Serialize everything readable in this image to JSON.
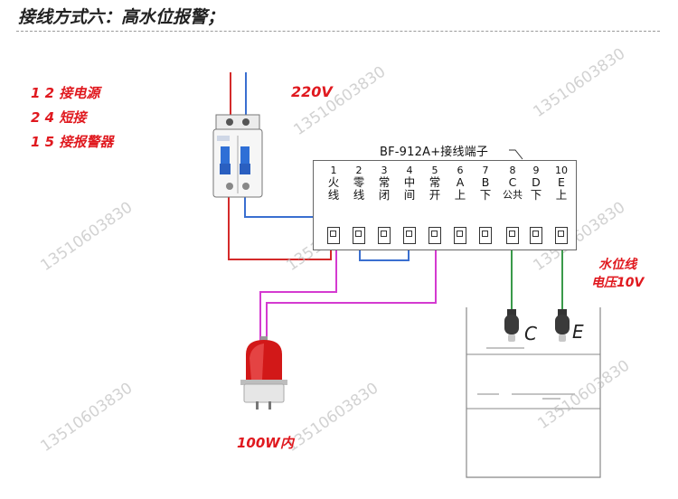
{
  "title": "接线方式六：高水位报警；",
  "legend": [
    "1 2 接电源",
    "2 4 短接",
    "1 5 接报警器"
  ],
  "voltage_label": "220V",
  "terminal_title": "BF-912A+接线端子",
  "terminals": [
    {
      "num": "1",
      "label": [
        "火",
        "线"
      ]
    },
    {
      "num": "2",
      "label": [
        "零",
        "线"
      ]
    },
    {
      "num": "3",
      "label": [
        "常",
        "闭"
      ]
    },
    {
      "num": "4",
      "label": [
        "中",
        "间"
      ]
    },
    {
      "num": "5",
      "label": [
        "常",
        "开"
      ]
    },
    {
      "num": "6",
      "label": [
        "A",
        "上"
      ]
    },
    {
      "num": "7",
      "label": [
        "B",
        "下"
      ]
    },
    {
      "num": "8",
      "label": [
        "C",
        "公共"
      ]
    },
    {
      "num": "9",
      "label": [
        "D",
        "下"
      ]
    },
    {
      "num": "10",
      "label": [
        "E",
        "上"
      ]
    }
  ],
  "water_label": [
    "水位线",
    "电压10V"
  ],
  "alarm_power": "100W内",
  "probe_labels": [
    "C",
    "E"
  ],
  "watermark": "13510603830",
  "colors": {
    "live_wire": "#d42a2a",
    "neutral_wire": "#3a6fd0",
    "alarm_wire": "#d43ad0",
    "probe_wire": "#3a9a4a",
    "label_red": "#e0191f"
  }
}
